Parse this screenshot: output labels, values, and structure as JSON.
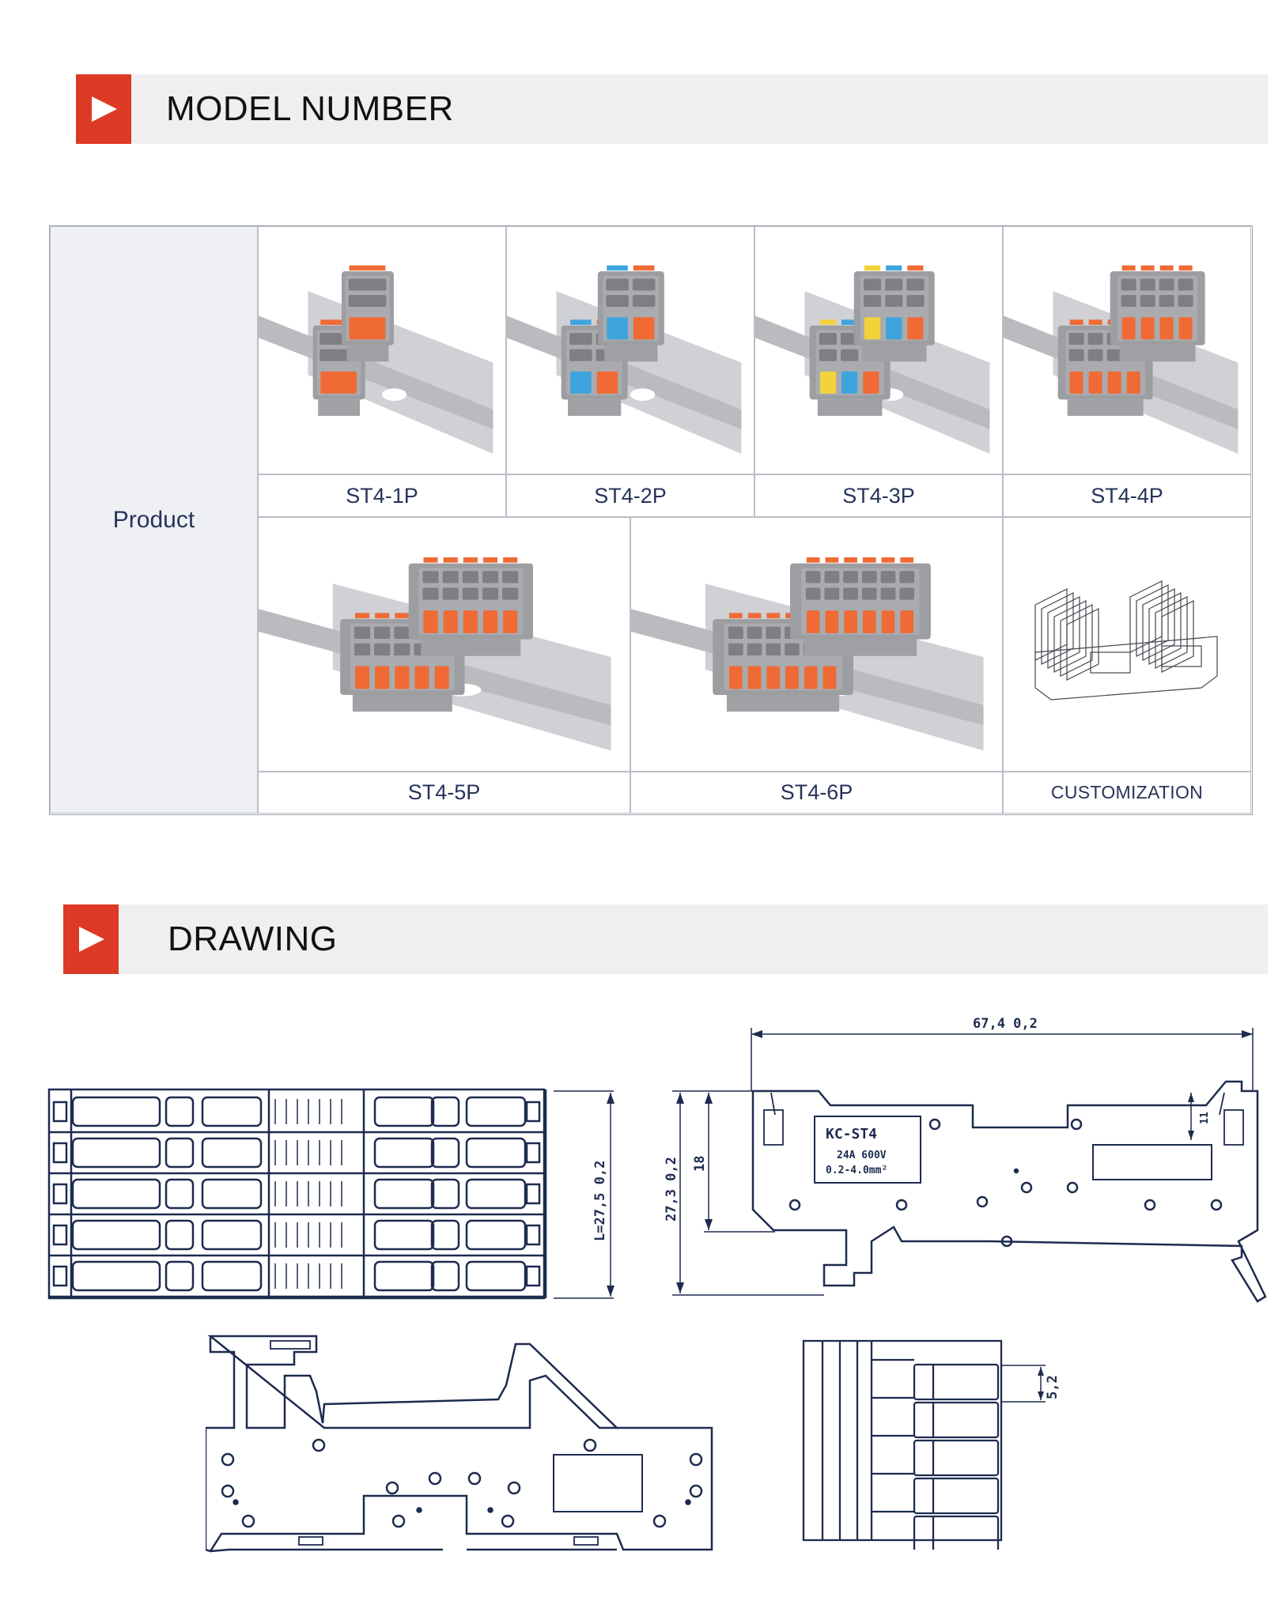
{
  "sections": {
    "model": {
      "title": "MODEL NUMBER"
    },
    "drawing": {
      "title": "DRAWING"
    }
  },
  "table": {
    "row_header": "Product",
    "row1": [
      {
        "label": "ST4-1P"
      },
      {
        "label": "ST4-2P"
      },
      {
        "label": "ST4-3P"
      },
      {
        "label": "ST4-4P"
      }
    ],
    "row2": [
      {
        "label": "ST4-5P"
      },
      {
        "label": "ST4-6P"
      },
      {
        "label": "CUSTOMIZATION"
      }
    ]
  },
  "drawing": {
    "top_view": {
      "dim_length": "L=27,5  0,2"
    },
    "side_view": {
      "dim_width": "67,4  0,2",
      "dim_height_total": "27,3  0,2",
      "dim_height_inner": "18",
      "dim_small": "11",
      "label_model": "KC-ST4",
      "label_rating": "24A  600V",
      "label_wire": "0.2-4.0mm²"
    },
    "end_view": {
      "dim_pitch": "5,2"
    }
  },
  "colors": {
    "accent_red": "#dd3a26",
    "header_gray": "#efefef",
    "text_navy": "#1d2b4f",
    "orange": "#f06a35",
    "blue": "#3ea4de",
    "yellow": "#f2d23a"
  }
}
